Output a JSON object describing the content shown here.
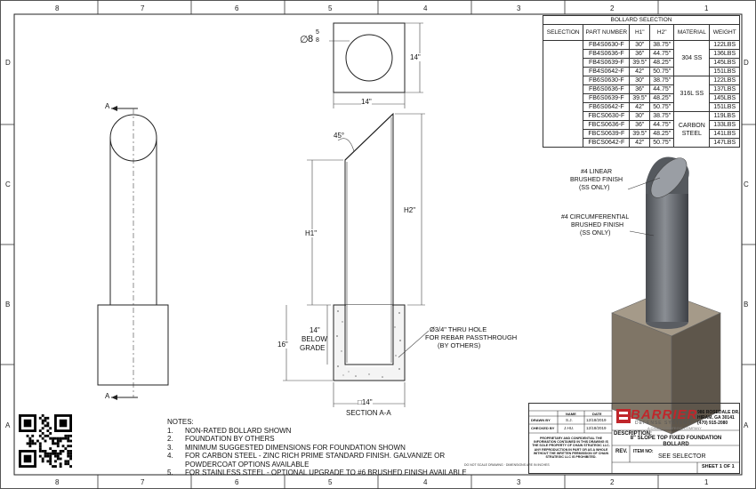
{
  "zones": {
    "columns": [
      "8",
      "7",
      "6",
      "5",
      "4",
      "3",
      "2",
      "1"
    ],
    "rows": [
      "D",
      "C",
      "B",
      "A"
    ]
  },
  "top_view": {
    "diameter_symbol": "∅",
    "diameter_whole": "8",
    "diameter_num": "5",
    "diameter_den": "8",
    "height_dim": "14\"",
    "width_dim": "14\""
  },
  "section_view": {
    "angle": "45°",
    "h1": "H1\"",
    "h2": "H2\"",
    "below_grade_1": "14\"",
    "below_grade_2": "BELOW",
    "below_grade_3": "GRADE",
    "depth": "16\"",
    "width": "□14\"",
    "hole_1": "Ø3/4\" THRU HOLE",
    "hole_2": "FOR REBAR PASSTHROUGH",
    "hole_3": "(BY OTHERS)",
    "section_label": "SECTION A-A",
    "cut_a_top": "A",
    "cut_a_bottom": "A"
  },
  "selection_table": {
    "title": "BOLLARD SELECTION",
    "headers": [
      "SELECTION",
      "PART NUMBER",
      "H1\"",
      "H2\"",
      "MATERIAL",
      "WEIGHT"
    ],
    "groups": [
      {
        "material": "304 SS",
        "rows": [
          [
            "FB4S0630-F",
            "30\"",
            "38.75\"",
            "122LBS"
          ],
          [
            "FB4S0636-F",
            "36\"",
            "44.75\"",
            "136LBS"
          ],
          [
            "FB4S0639-F",
            "39.5\"",
            "48.25\"",
            "145LBS"
          ],
          [
            "FB4S0642-F",
            "42\"",
            "50.75\"",
            "151LBS"
          ]
        ]
      },
      {
        "material": "316L SS",
        "rows": [
          [
            "FB6S0630-F",
            "30\"",
            "38.75\"",
            "122LBS"
          ],
          [
            "FB6S0636-F",
            "36\"",
            "44.75\"",
            "137LBS"
          ],
          [
            "FB6S0639-F",
            "39.5\"",
            "48.25\"",
            "145LBS"
          ],
          [
            "FB6S0642-F",
            "42\"",
            "50.75\"",
            "151LBS"
          ]
        ]
      },
      {
        "material_1": "CARBON",
        "material_2": "STEEL",
        "rows": [
          [
            "FBCS0630-F",
            "30\"",
            "38.75\"",
            "119LBS"
          ],
          [
            "FBCS0636-F",
            "36\"",
            "44.75\"",
            "133LBS"
          ],
          [
            "FBCS0639-F",
            "39.5\"",
            "48.25\"",
            "141LBS"
          ],
          [
            "FBCS0642-F",
            "42\"",
            "50.75\"",
            "147LBS"
          ]
        ]
      }
    ]
  },
  "iso_callouts": {
    "linear_1": "#4 LINEAR",
    "linear_2": "BRUSHED FINISH",
    "linear_3": "(SS ONLY)",
    "circ_1": "#4 CIRCUMFERENTIAL",
    "circ_2": "BRUSHED FINISH",
    "circ_3": "(SS ONLY)"
  },
  "notes": {
    "title": "NOTES:",
    "items": [
      {
        "num": "1.",
        "text": "NON-RATED BOLLARD SHOWN"
      },
      {
        "num": "2.",
        "text": "FOUNDATION BY OTHERS"
      },
      {
        "num": "3.",
        "text": "MINIMUM SUGGESTED DIMENSIONS FOR FOUNDATION SHOWN"
      },
      {
        "num": "4.",
        "text": "FOR CARBON STEEL - ZINC RICH PRIME STANDARD FINISH. GALVANIZE OR"
      },
      {
        "num": "",
        "text": "POWDERCOAT OPTIONS AVAILABLE"
      },
      {
        "num": "5.",
        "text": "FOR STAINLESS STEEL - OPTIONAL UPGRADE TO #6 BRUSHED FINISH AVAILABLE"
      }
    ]
  },
  "title_block": {
    "name_hdr": "NAME",
    "date_hdr": "DATE",
    "drawn_by_lbl": "DRAWN BY",
    "drawn_by": "S.J.",
    "drawn_date": "12/18/2019",
    "checked_by_lbl": "CHECKED BY",
    "checked_by": "J.HU.",
    "checked_date": "12/18/2019",
    "logo": "BARRIER",
    "logo_sub": "DEFENSE SYSTEMS",
    "logo_sub2": "A CHAIN STRATEGIC COMPANY",
    "address_1": "986 ROSEDALE DR.",
    "address_2": "HIRAM, GA 30141",
    "address_3": "(470) 915-2080",
    "description_lbl": "DESCRIPTION:",
    "description_1": "8\" SLOPE TOP FIXED FOUNDATION",
    "description_2": "BOLLARD",
    "rev_lbl": "REV.",
    "item_no_lbl": "ITEM NO:",
    "item_no": "SEE SELECTOR",
    "sheet": "SHEET 1 OF 1",
    "proprietary": "PROPRIETARY AND CONFIDENTIAL THE INFORMATION CONTAINED IN THIS DRAWING IS THE SOLE PROPERTY OF CHAIN STRATEGIC LLC. ANY REPRODUCTION IN PART OR AS A WHOLE WITHOUT THE WRITTEN PERMISSION OF CHAIN STRATEGIC LLC IS PROHIBITED.",
    "tiny_note": "DO NOT SCALE DRAWING · DIMENSIONS ARE IN INCHES"
  }
}
